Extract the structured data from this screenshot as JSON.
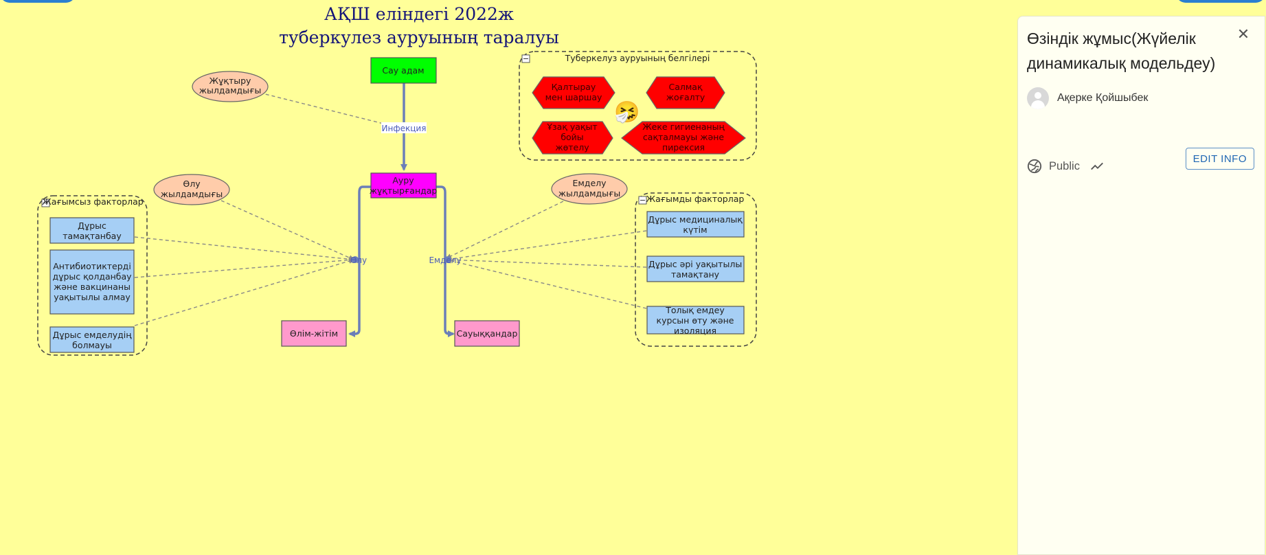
{
  "diagram": {
    "title_line1": "АҚШ еліндегі 2022ж",
    "title_line2": "туберкулез ауруының таралуы",
    "stocks": {
      "healthy": "Сау адам",
      "infected": "Ауру жұқтырғандар",
      "deaths": "Өлім-жітім",
      "recovered": "Сауыққандар"
    },
    "flows": {
      "infection": "Инфекция",
      "death": "Өлу",
      "cure": "Емделу"
    },
    "variables": {
      "infection_rate": "Жұқтыру жылдамдығы",
      "death_rate": "Өлу жылдамдығы",
      "cure_rate": "Емделу жылдамдығы"
    },
    "negative_group": {
      "label": "Жағымсыз факторлар",
      "items": [
        "Дұрыс тамақтанбау",
        "Антибиотиктерді дұрыс қолданбау және вакцинаны уақытылы алмау",
        "Дұрыс емделудің болмауы"
      ]
    },
    "positive_group": {
      "label": "Жағымды факторлар",
      "items": [
        "Дұрыс медициналық күтім",
        "Дұрыс әрі уақытылы тамақтану",
        "Толық емдеу курсын өту және изоляция"
      ]
    },
    "symptoms_group": {
      "label": "Туберкелуз ауруының белгілері",
      "items": [
        "Қалтырау мен шаршау",
        "Салмақ жоғалту",
        "Ұзақ уақыт бойы жөтелу",
        "Жеке гигиенаның сақталмауы және пирексия"
      ],
      "emoji": "🤧"
    },
    "collapse_symbol": "−",
    "colors": {
      "background": "#ffff99",
      "healthy_fill": "#00ff00",
      "infected_fill": "#ff00ff",
      "outcome_fill": "#ff99cc",
      "factor_fill": "#a6cff5",
      "variable_fill": "#ffccaa",
      "symptom_fill": "#ff0000",
      "flow_stroke": "#6b7fb8",
      "link_stroke": "#888888"
    }
  },
  "panel": {
    "title": "Өзіндік жұмыс(Жүйелік динамикалық модельдеу)",
    "close_icon": "close-icon",
    "author": "Ақерке Қойшыбек",
    "visibility": "Public",
    "edit_label": "EDIT INFO"
  }
}
